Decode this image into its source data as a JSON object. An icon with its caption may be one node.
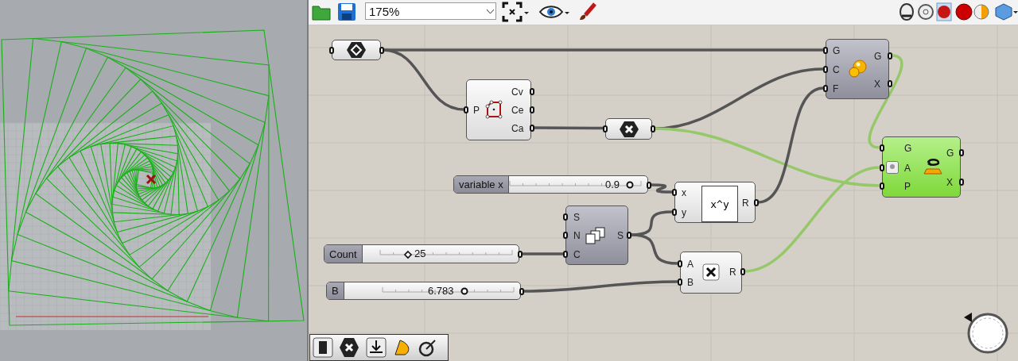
{
  "diagram": {
    "nodes": [
      {
        "text": [],
        "shape": "box"
      },
      {
        "text": [
          "P",
          "Cv",
          "Ce",
          "Ca"
        ]
      },
      {
        "text": [],
        "shape": "box"
      },
      {
        "text": [
          "G",
          "C",
          "F",
          "G",
          "X"
        ]
      },
      {
        "text": [
          "G",
          "A",
          "P",
          "G",
          "X"
        ]
      },
      {
        "text": [
          "variable x",
          "0.9"
        ]
      },
      {
        "text": [
          "x",
          "y",
          "x^y",
          "R"
        ]
      },
      {
        "text": [
          "S",
          "N",
          "C",
          "S"
        ]
      },
      {
        "text": [
          "Count",
          "25"
        ]
      },
      {
        "text": [
          "A",
          "B",
          "R"
        ]
      },
      {
        "text": [
          "B",
          "6.783"
        ]
      }
    ],
    "edges": [
      {
        "from": 0,
        "to": 3,
        "arrow": "none"
      },
      {
        "from": 0,
        "to": 1,
        "arrow": "none"
      },
      {
        "from": 1,
        "to": 2,
        "arrow": "none"
      },
      {
        "from": 2,
        "to": 3,
        "arrow": "none"
      },
      {
        "from": 2,
        "to": 4,
        "arrow": "none",
        "color": "#96c86a"
      },
      {
        "from": 3,
        "to": 4,
        "arrow": "none",
        "color": "#96c86a"
      },
      {
        "from": 5,
        "to": 6,
        "arrow": "none"
      },
      {
        "from": 7,
        "to": 6,
        "arrow": "none"
      },
      {
        "from": 6,
        "to": 3,
        "arrow": "none"
      },
      {
        "from": 7,
        "to": 9,
        "arrow": "none"
      },
      {
        "from": 8,
        "to": 7,
        "arrow": "none"
      },
      {
        "from": 10,
        "to": 9,
        "arrow": "none"
      },
      {
        "from": 9,
        "to": 4,
        "arrow": "none",
        "color": "#96c86a"
      }
    ],
    "labels": [
      "175%"
    ]
  }
}
